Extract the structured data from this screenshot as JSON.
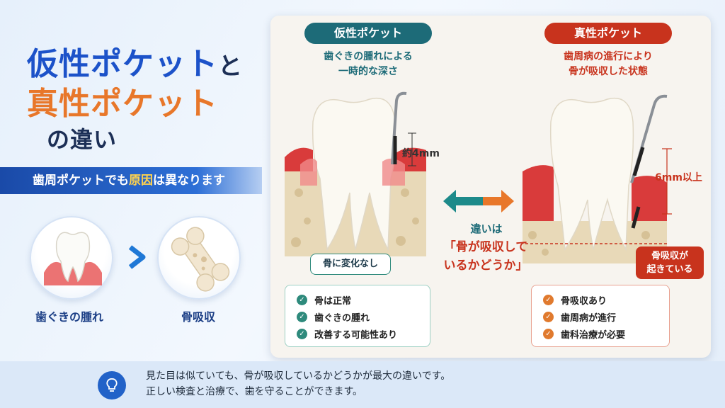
{
  "title": {
    "line1_main": "仮性ポケット",
    "line1_suffix": "と",
    "line2": "真性ポケット",
    "line3": "の違い"
  },
  "subtitle": {
    "pre": "歯周ポケットでも",
    "highlight": "原因",
    "post": "は異なります"
  },
  "steps": {
    "left_caption": "歯ぐきの腫れ",
    "right_caption": "骨吸収"
  },
  "false_pocket": {
    "label": "仮性ポケット",
    "desc_line1": "歯ぐきの腫れによる",
    "desc_line2": "一時的な深さ",
    "depth": "約4mm",
    "callout": "骨に変化なし",
    "checks": [
      "骨は正常",
      "歯ぐきの腫れ",
      "改善する可能性あり"
    ]
  },
  "true_pocket": {
    "label": "真性ポケット",
    "desc_line1": "歯周病の進行により",
    "desc_line2": "骨が吸収した状態",
    "depth": "6mm以上",
    "callout_line1": "骨吸収が",
    "callout_line2": "起きている",
    "checks": [
      "骨吸収あり",
      "歯周病が進行",
      "歯科治療が必要"
    ]
  },
  "difference": {
    "question": "違いは",
    "answer_line1": "「骨が吸収して",
    "answer_line2": "いるかどうか」"
  },
  "footer": {
    "line1": "見た目は似ていても、骨が吸収しているかどうかが最大の違いです。",
    "line2": "正しい検査と治療で、歯を守ることができます。"
  },
  "colors": {
    "teal": "#1d6b78",
    "red": "#c8331d",
    "blue": "#1c52c9",
    "orange": "#e8772a"
  }
}
